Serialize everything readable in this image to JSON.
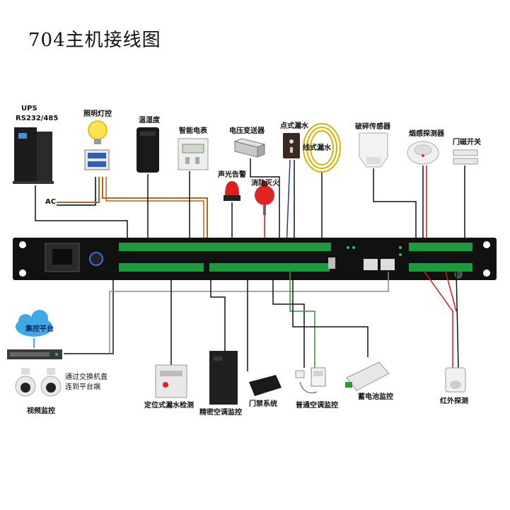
{
  "title": "704主机接线图",
  "top_devices": [
    {
      "id": "ups",
      "label": "UPS"
    },
    {
      "id": "ups_port",
      "label": "RS232/485"
    },
    {
      "id": "lighting",
      "label": "照明灯控"
    },
    {
      "id": "temp_humidity",
      "label": "温湿度"
    },
    {
      "id": "smart_meter",
      "label": "智能电表"
    },
    {
      "id": "voltage_transmitter",
      "label": "电压变送器"
    },
    {
      "id": "spot_leak",
      "label": "点式漏水"
    },
    {
      "id": "line_leak",
      "label": "线式漏水"
    },
    {
      "id": "glass_break",
      "label": "破碎传感器"
    },
    {
      "id": "smoke_detector",
      "label": "烟感探测器"
    },
    {
      "id": "door_contact",
      "label": "门磁开关"
    },
    {
      "id": "sound_light_alarm",
      "label": "声光告警"
    },
    {
      "id": "fire_extinguish",
      "label": "消防灭火"
    }
  ],
  "ac_label": "AC",
  "bottom_devices": [
    {
      "id": "platform",
      "label": "集控平台"
    },
    {
      "id": "switch_note_1",
      "label": "通过交换机直"
    },
    {
      "id": "switch_note_2",
      "label": "连到平台端"
    },
    {
      "id": "video",
      "label": "视频监控"
    },
    {
      "id": "fixed_leak",
      "label": "定位式漏水检测"
    },
    {
      "id": "precision_ac",
      "label": "精密空调监控"
    },
    {
      "id": "access_control",
      "label": "门禁系统"
    },
    {
      "id": "normal_ac",
      "label": "普通空调监控"
    },
    {
      "id": "battery",
      "label": "蓄电池监控"
    },
    {
      "id": "infrared",
      "label": "红外探测"
    }
  ],
  "colors": {
    "wire_black": "#111111",
    "wire_orange": "#b5651d",
    "wire_blue": "#1f3f8f",
    "wire_red": "#d21a1a",
    "wire_green": "#2f9a2f",
    "wire_yellow": "#e0b400",
    "wire_gray": "#8a8a8a",
    "chassis": "#151515",
    "terminal": "#1e9a3c"
  }
}
